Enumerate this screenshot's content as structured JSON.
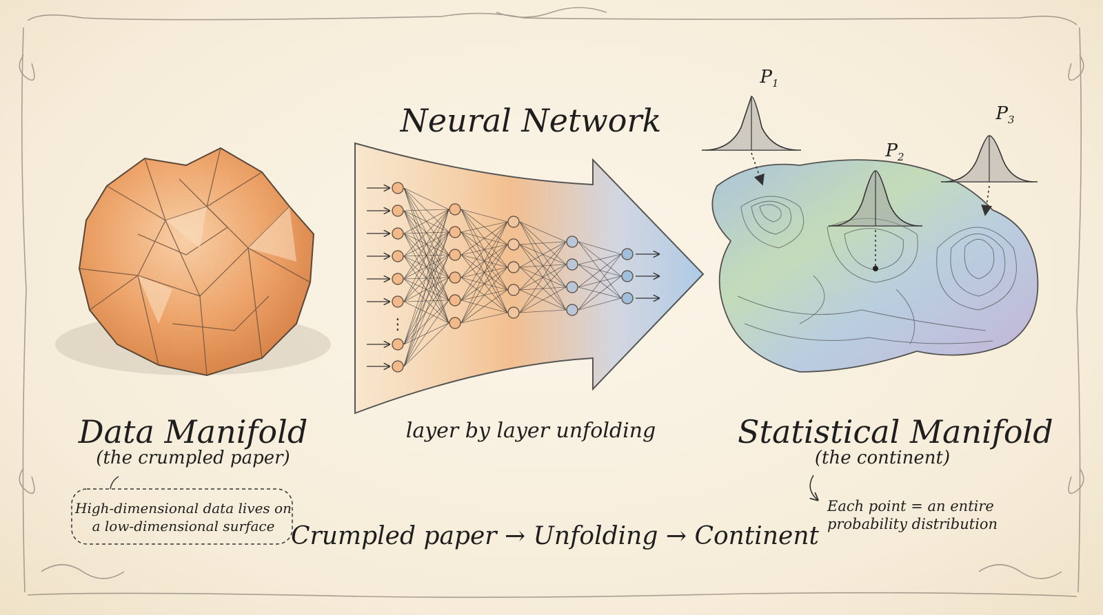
{
  "titles": {
    "neural_network": "Neural Network",
    "data_manifold": "Data Manifold",
    "data_manifold_sub": "(the crumpled paper)",
    "statistical_manifold": "Statistical Manifold",
    "statistical_manifold_sub": "(the continent)"
  },
  "captions": {
    "unfolding": "layer by layer unfolding",
    "flow": "Crumpled paper → Unfolding → Continent"
  },
  "notes": {
    "left": "High-dimensional data lives on a low-dimensional surface",
    "right": "Each point = an entire probability distribution"
  },
  "distributions": [
    {
      "letter": "P",
      "index": "1"
    },
    {
      "letter": "P",
      "index": "2"
    },
    {
      "letter": "P",
      "index": "3"
    }
  ],
  "network": {
    "layer_sizes": [
      8,
      6,
      5,
      4,
      3
    ],
    "ellipsis": "⋮"
  },
  "colors": {
    "paper_orange": "#e9a064",
    "node_orange": "#f2b98a",
    "node_blue": "#9fc0dd",
    "arrow_blue": "#a9c9e6",
    "terrain_green": "#bcd7b4",
    "terrain_purple": "#b8a6d0",
    "ink": "#2a2a2a"
  }
}
